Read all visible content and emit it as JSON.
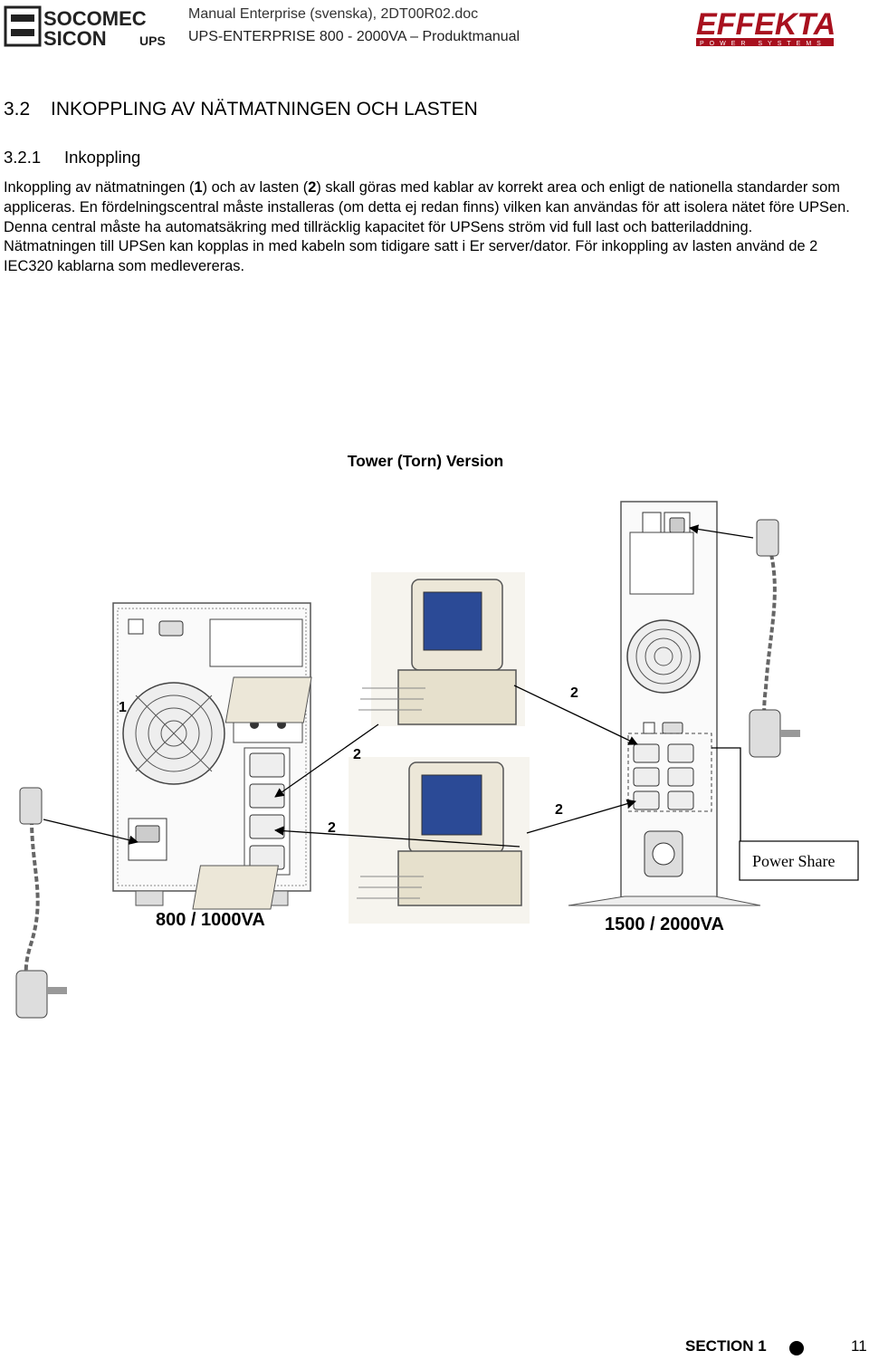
{
  "header": {
    "logo_left_line1": "SOCOMEC",
    "logo_left_line2": "SICON",
    "logo_left_line3": "UPS",
    "doc_title": "Manual Enterprise (svenska), 2DT00R02.doc",
    "doc_subtitle": "UPS-ENTERPRISE 800 - 2000VA – Produktmanual",
    "logo_right": "EFFEKTA",
    "logo_right_sub": "POWER SYSTEMS"
  },
  "section": {
    "number": "3.2",
    "title": "INKOPPLING AV NÄTMATNINGEN OCH LASTEN"
  },
  "subsection": {
    "number": "3.2.1",
    "title": "Inkoppling"
  },
  "body": {
    "p1_a": "Inkoppling av nätmatningen (",
    "p1_b": "1",
    "p1_c": ") och av lasten (",
    "p1_d": "2",
    "p1_e": ") skall göras med kablar av korrekt area och enligt de nationella standarder som appliceras. En fördelningscentral måste installeras (om detta ej redan finns) vilken kan användas för att isolera nätet före UPSen. Denna central måste ha automatsäkring med tillräcklig kapacitet för UPSens ström vid full last och batteriladdning.",
    "p2": "Nätmatningen till UPSen kan kopplas in med kabeln som tidigare satt i Er server/dator. För inkoppling av lasten använd de 2 IEC320 kablarna som medlevereras."
  },
  "figure": {
    "title": "Tower (Torn) Version",
    "label_1": "1",
    "label_2": "2",
    "model_small": "800 / 1000VA",
    "model_large": "1500 / 2000VA",
    "power_share": "Power Share"
  },
  "footer": {
    "section": "SECTION 1",
    "page": "11"
  }
}
